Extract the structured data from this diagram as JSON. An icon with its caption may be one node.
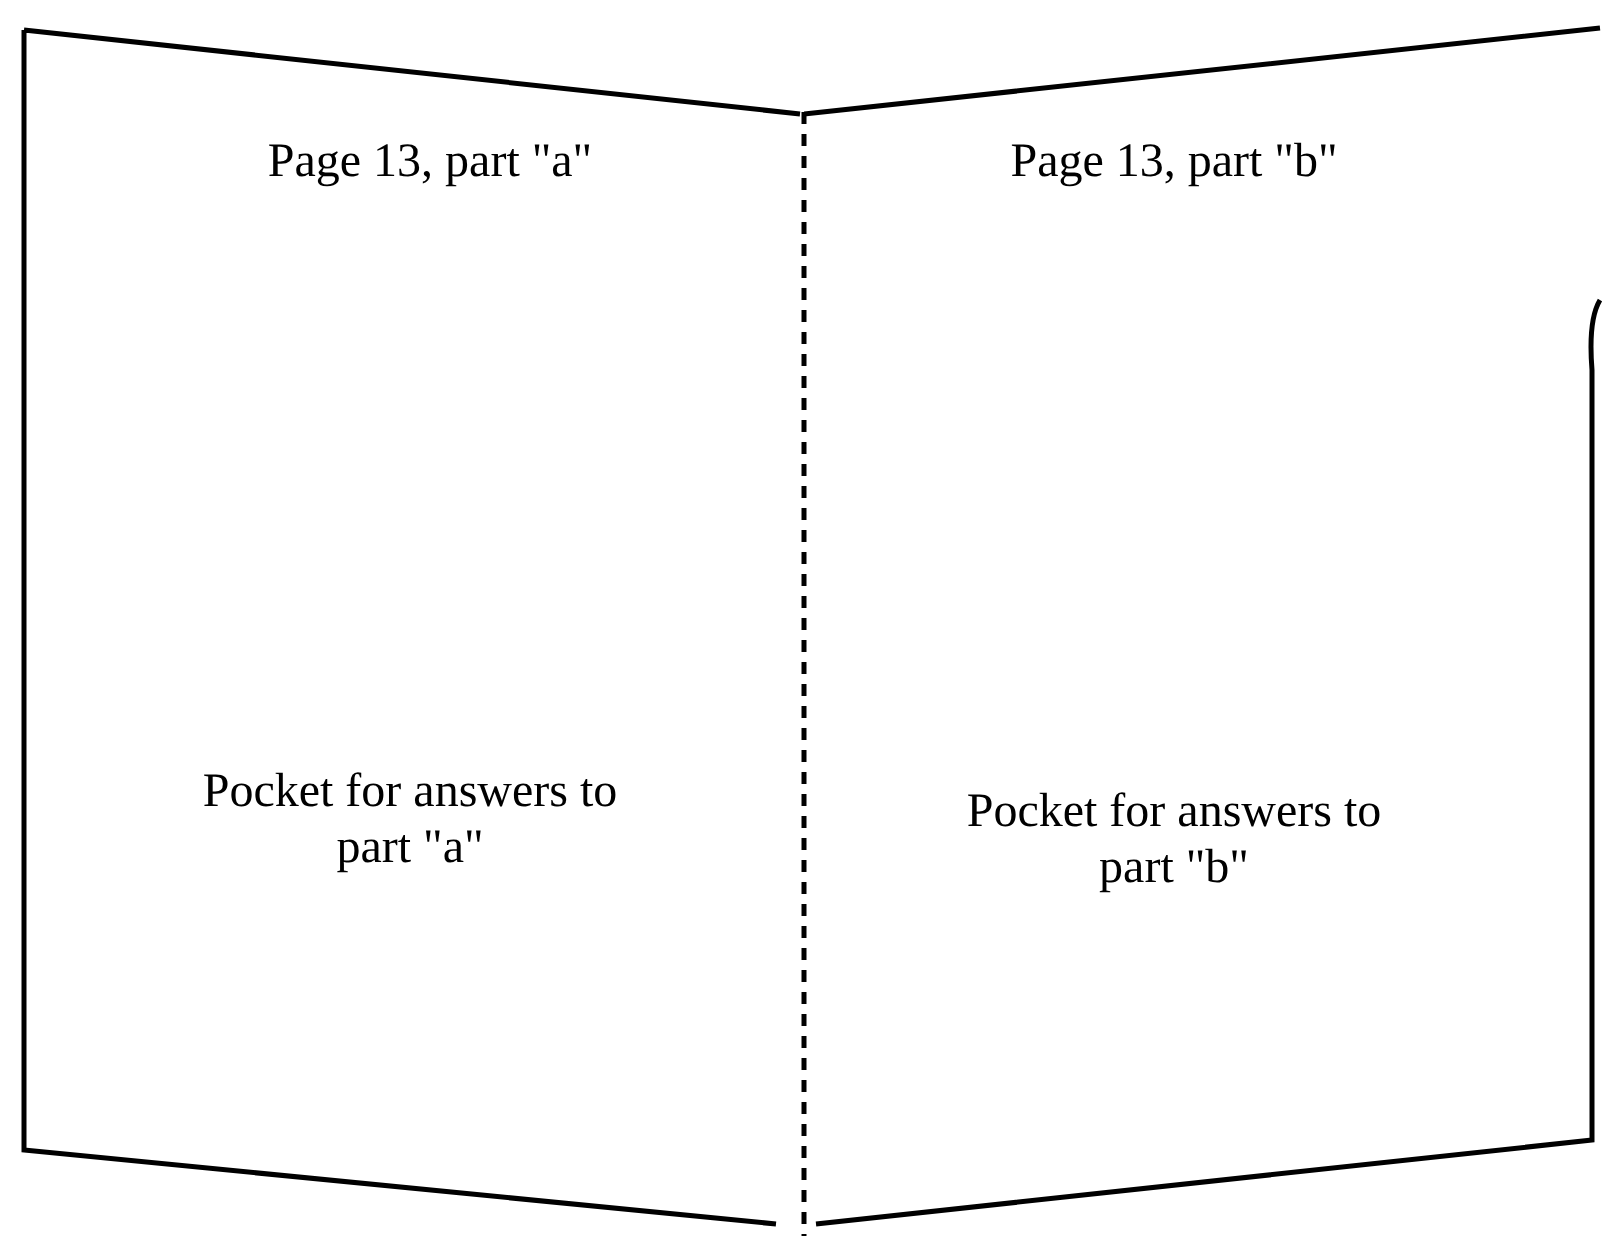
{
  "diagram": {
    "nodes": [
      {
        "text": [
          "Page 13, part \"a\"",
          "Pocket for answers to part \"a\""
        ]
      },
      {
        "text": [
          "Page 13, part \"b\"",
          "Pocket for answers to part \"b\""
        ]
      }
    ]
  }
}
